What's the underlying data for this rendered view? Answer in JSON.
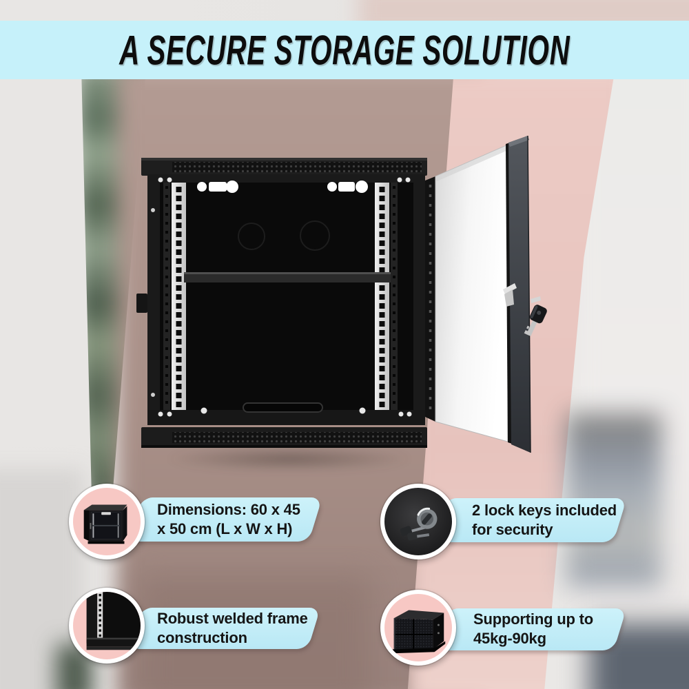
{
  "banner": {
    "title": "A SECURE STORAGE SOLUTION"
  },
  "features": [
    {
      "name": "dimensions",
      "icon": "cabinet-front-icon",
      "line1": "Dimensions: 60 x 45",
      "line2": "x 50 cm (L x W x H)"
    },
    {
      "name": "lock-keys",
      "icon": "lock-key-icon",
      "line1": "2 lock keys included",
      "line2": "for security"
    },
    {
      "name": "welded-frame",
      "icon": "frame-corner-icon",
      "line1": "Robust welded frame",
      "line2": "construction"
    },
    {
      "name": "load-capacity",
      "icon": "cabinet-angled-icon",
      "line1": "Supporting up to",
      "line2": "45kg-90kg"
    }
  ],
  "colors": {
    "banner_bg": "#c6f1fa",
    "pill_bg": "#c3edf8",
    "circle_pink": "#f7c8c4",
    "ring_white": "#ffffff",
    "title_text": "#0d0d0d",
    "feature_text": "#151515"
  }
}
